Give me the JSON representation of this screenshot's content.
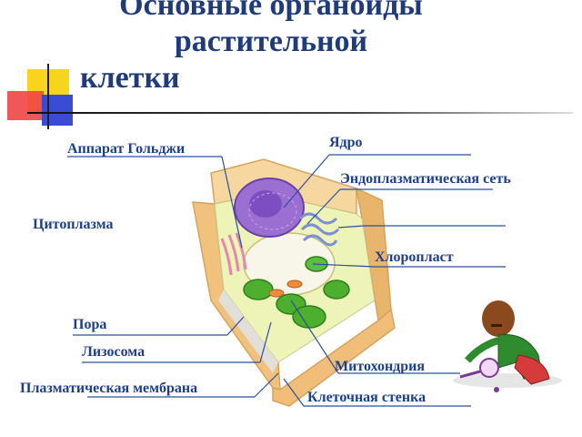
{
  "title": {
    "line1": "Основные органоиды",
    "line2": "растительной",
    "line3": "клетки"
  },
  "labels": {
    "golgi": "Аппарат Гольджи",
    "nucleus": "Ядро",
    "er": "Эндоплазматическая сеть",
    "cytoplasm": "Цитоплазма",
    "chloroplast": "Хлоропласт",
    "pore": "Пора",
    "lysosome": "Лизосома",
    "mitochondria": "Митохондрия",
    "membrane": "Плазматическая мембрана",
    "cell_wall": "Клеточная стенка"
  },
  "colors": {
    "title": "#1f3b7a",
    "label": "#1c3f8a",
    "leader_line": "#2b4fa0",
    "cell_wall": "#f1c27d",
    "nucleus": "#9b6fd1",
    "chloroplast": "#4caf2d"
  }
}
